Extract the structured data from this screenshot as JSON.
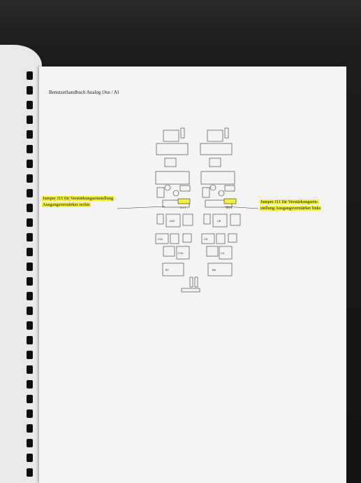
{
  "header": {
    "title": "Benutzerhandbuch Analog One / AI"
  },
  "callouts": {
    "left_line1": "Jumper J15 für Verstärkungseinstellung",
    "left_line2": "Ausgangsverstärker rechts",
    "right_line1": "Jumper J11 für Verstärkungsein-",
    "right_line2": "stellung Ausgangsverstärker links"
  },
  "board_labels": {
    "jumper_pins_right": "3 2 1",
    "jumper_pins_left": "3 2 1",
    "chip_left": "U12",
    "chip_right": "U6",
    "reg_left_a": "C11",
    "reg_right_a": "C5",
    "reg_left_b": "C10",
    "reg_right_b": "C4",
    "bottom_left": "B7",
    "bottom_right": "B6"
  },
  "colors": {
    "highlight": "#f3f03a",
    "page": "#f4f4f4",
    "ink": "#222222"
  }
}
